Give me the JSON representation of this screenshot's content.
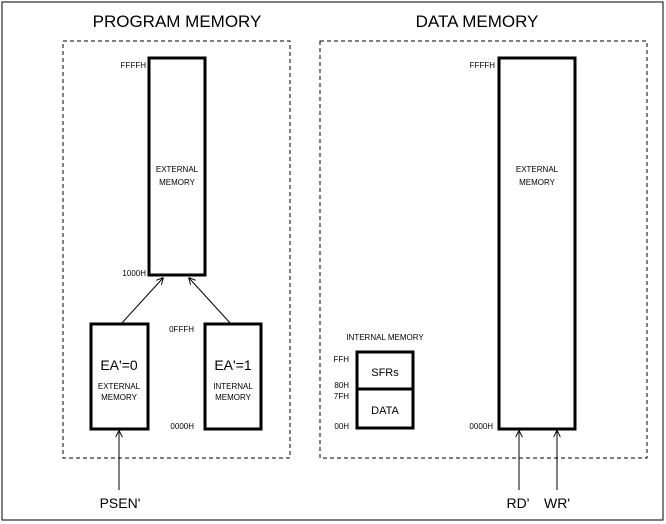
{
  "program": {
    "title": "PROGRAM MEMORY",
    "ext_label": [
      "EXTERNAL",
      "MEMORY"
    ],
    "addr_top": "FFFFH",
    "addr_1000": "1000H",
    "addr_0fff": "0FFFH",
    "addr_0000": "0000H",
    "ea0": {
      "head": "EA'=0",
      "label": [
        "EXTERNAL",
        "MEMORY"
      ]
    },
    "ea1": {
      "head": "EA'=1",
      "label": [
        "INTERNAL",
        "MEMORY"
      ]
    },
    "signal": "PSEN'"
  },
  "data": {
    "title": "DATA MEMORY",
    "ext_label": [
      "EXTERNAL",
      "MEMORY"
    ],
    "addr_top": "FFFFH",
    "addr_0000": "0000H",
    "internal_title": "INTERNAL MEMORY",
    "sfr_label": "SFRs",
    "data_label": "DATA",
    "addr_ffh": "FFH",
    "addr_80h": "80H",
    "addr_7fh": "7FH",
    "addr_00h": "00H",
    "signal_rd": "RD'",
    "signal_wr": "WR'"
  }
}
